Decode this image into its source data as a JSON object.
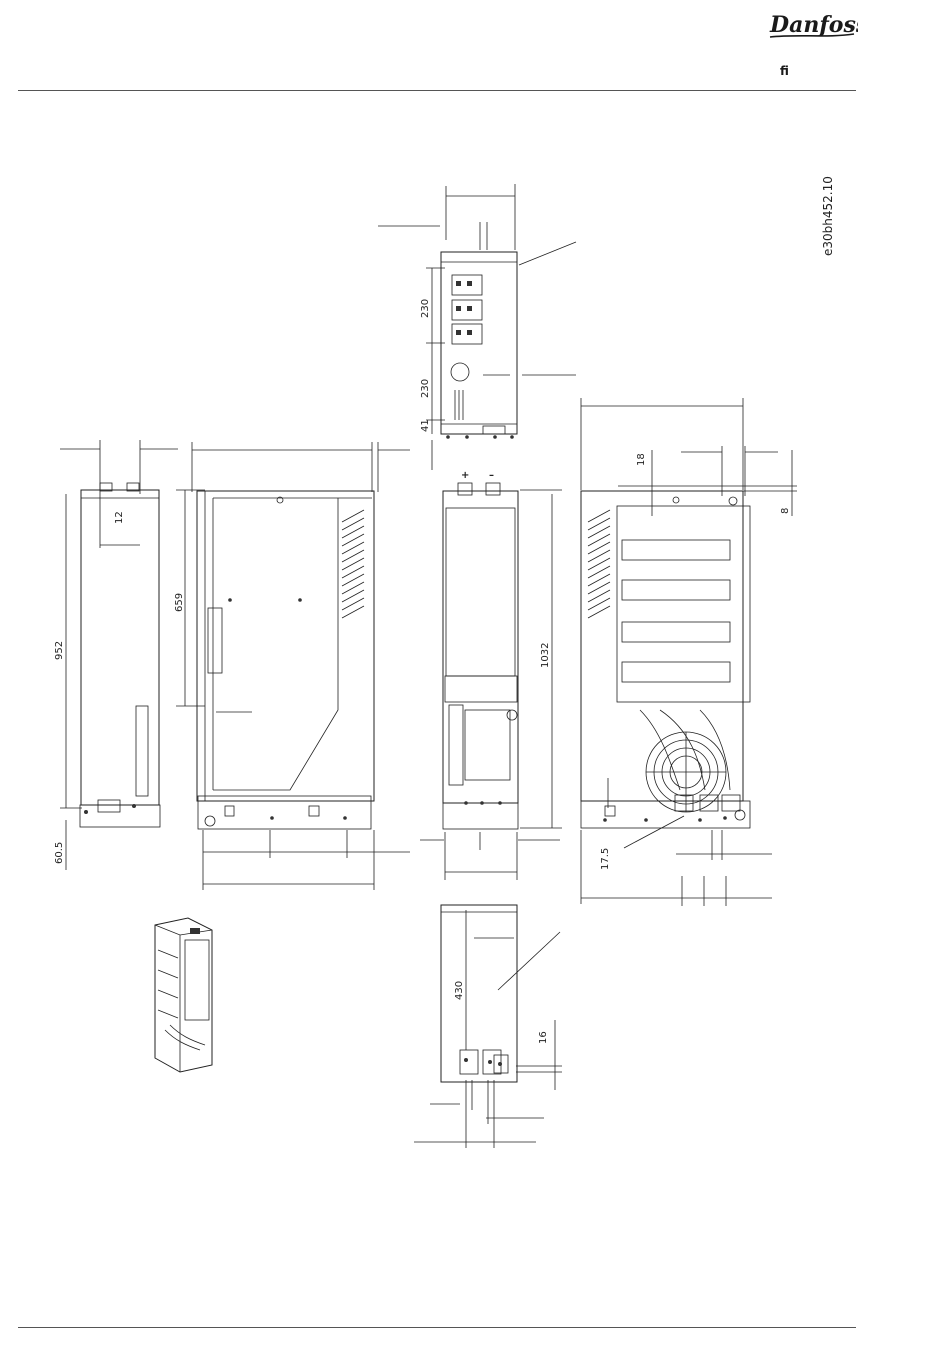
{
  "header": {
    "brand": "Danfoss",
    "lang_mark": "fi"
  },
  "drawing": {
    "code": "e30bh452.10",
    "dimensions": {
      "top_a": "230",
      "top_b": "230",
      "top_c": "41",
      "v_18": "18",
      "v_8": "8",
      "v_12": "12",
      "v_952": "952",
      "v_659": "659",
      "v_1032": "1032",
      "v_60_5": "60.5",
      "v_17_5": "17.5",
      "v_430": "430",
      "v_16": "16"
    },
    "terminals": {
      "plus": "+",
      "minus": "–"
    }
  },
  "colors": {
    "line": "#222222",
    "rule": "#555555"
  }
}
